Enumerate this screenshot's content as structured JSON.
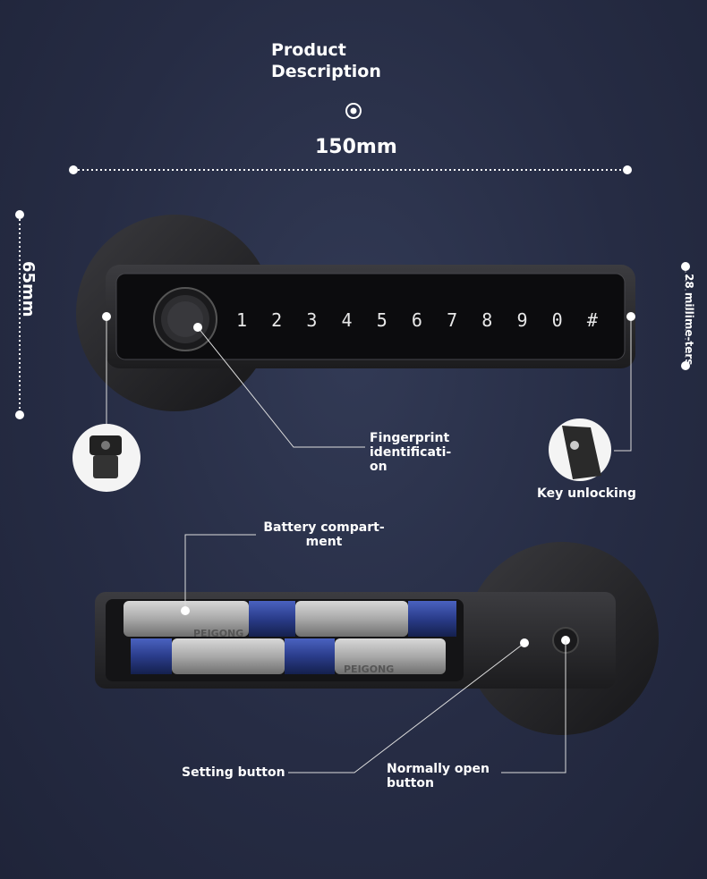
{
  "header": {
    "title_line1": "Product",
    "title_line2": "Description"
  },
  "dimensions": {
    "width": "150mm",
    "height": "65mm",
    "depth": "28 millime-ters"
  },
  "keypad": {
    "keys": [
      "1",
      "2",
      "3",
      "4",
      "5",
      "6",
      "7",
      "8",
      "9",
      "0",
      "#"
    ]
  },
  "labels": {
    "fingerprint_line1": "Fingerprint identificati-",
    "fingerprint_line2": "on",
    "key_unlocking": "Key unlocking",
    "battery_line1": "Battery compart-",
    "battery_line2": "ment",
    "setting_button": "Setting button",
    "normally_open_line1": "Normally open",
    "normally_open_line2": "button"
  },
  "battery_brand": "PEIGONG",
  "icons": [
    "target-icon",
    "fingerprint-sensor-icon",
    "key-cylinder-icon",
    "keyhole-icon",
    "setting-button-icon"
  ],
  "colors": {
    "background": "#262c44",
    "device": "#2b2b2e",
    "panel": "#0c0c0e",
    "battery_blue": "#2a3c8a"
  }
}
